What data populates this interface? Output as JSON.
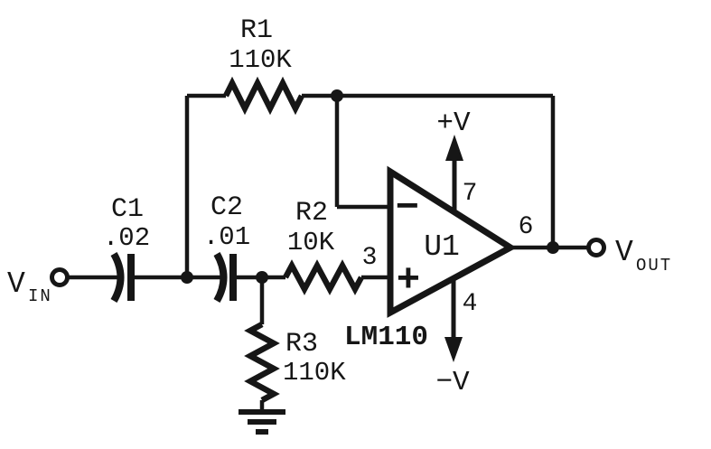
{
  "schematic": {
    "description": "Op-amp active filter schematic using LM110",
    "ink_color": "#161616",
    "background_color": "#ffffff"
  },
  "input": {
    "label": "V",
    "label_sub": "IN"
  },
  "output": {
    "label": "V",
    "label_sub": "OUT"
  },
  "components": {
    "r1": {
      "ref": "R1",
      "value": "110K"
    },
    "r2": {
      "ref": "R2",
      "value": "10K"
    },
    "r3": {
      "ref": "R3",
      "value": "110K"
    },
    "c1": {
      "ref": "C1",
      "value": ".02"
    },
    "c2": {
      "ref": "C2",
      "value": ".01"
    },
    "u1": {
      "ref": "U1",
      "part": "LM110",
      "inverting_mark": "−",
      "noninverting_mark": "+"
    }
  },
  "pins": {
    "noninverting": "3",
    "v_plus": "7",
    "output": "6",
    "v_minus": "4"
  },
  "supplies": {
    "positive": "+V",
    "negative": "−V"
  }
}
